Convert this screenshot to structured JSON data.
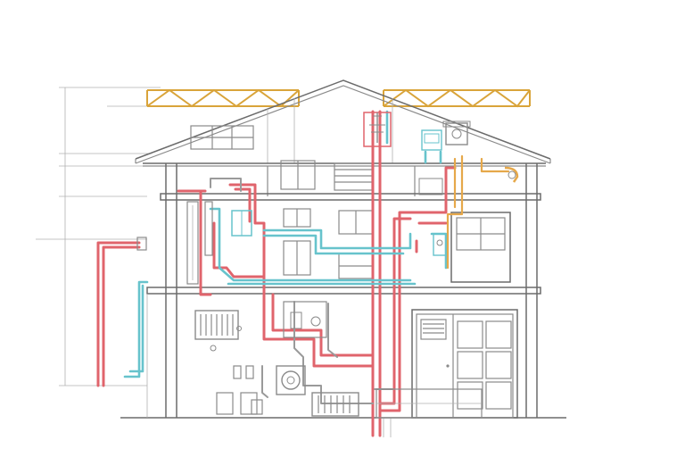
{
  "colors": {
    "paper": "#ffffff",
    "line": "#8a8a8a",
    "hot_pipe": "#e0646c",
    "cold_pipe": "#67c3cc",
    "duct": "#e6a84a",
    "truss": "#d9a43a",
    "gray_pipe": "#9a9a9a"
  },
  "dimension_labels": {
    "top": "",
    "mid": "",
    "side": ""
  },
  "icons": [
    "roof-truss",
    "water-heater",
    "boiler",
    "radiator",
    "pump",
    "door",
    "window",
    "vent"
  ]
}
